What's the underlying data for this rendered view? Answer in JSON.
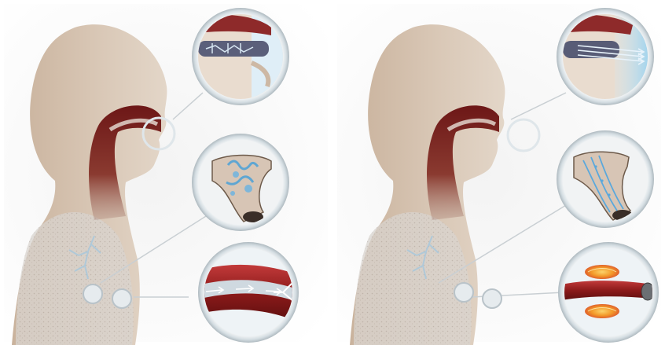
{
  "panels": [
    {
      "id": "left",
      "callouts": [
        {
          "name": "nasal-airflow",
          "airflow": "broken"
        },
        {
          "name": "airway-segment",
          "airflow": "turbulent"
        },
        {
          "name": "blood-vessel",
          "airflow": "narrow-flow"
        }
      ]
    },
    {
      "id": "right",
      "callouts": [
        {
          "name": "nasal-airflow",
          "airflow": "smooth"
        },
        {
          "name": "airway-segment",
          "airflow": "laminar"
        },
        {
          "name": "blood-vessel",
          "airflow": "constricted-hot"
        }
      ]
    }
  ],
  "colors": {
    "background": "#ffffff",
    "skin": "#d8c6b4",
    "skin_dark": "#c6b09b",
    "airway": "#7a1f1f",
    "tissue_red": "#8b1a1a",
    "circle_ring": "#dfe6ea",
    "air_blue": "#9fd3ee",
    "heat_orange": "#f39a2a"
  }
}
